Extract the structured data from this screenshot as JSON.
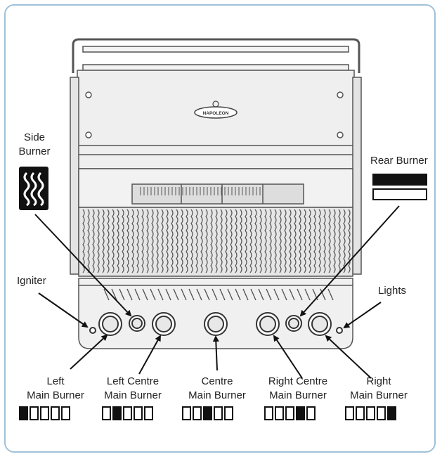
{
  "labels": {
    "side_burner": [
      "Side",
      "Burner"
    ],
    "rear_burner": "Rear Burner",
    "igniter": "Igniter",
    "lights": "Lights",
    "left_main": [
      "Left",
      "Main Burner"
    ],
    "left_centre": [
      "Left Centre",
      "Main Burner"
    ],
    "centre": [
      "Centre",
      "Main Burner"
    ],
    "right_centre": [
      "Right Centre",
      "Main Burner"
    ],
    "right_main": [
      "Right",
      "Main Burner"
    ]
  },
  "brand_logo": "NAPOLEON",
  "indicators": {
    "left_main": [
      1,
      0,
      0,
      0,
      0
    ],
    "left_centre": [
      0,
      1,
      0,
      0,
      0
    ],
    "centre": [
      0,
      0,
      1,
      0,
      0
    ],
    "right_centre": [
      0,
      0,
      0,
      1,
      0
    ],
    "right_main": [
      0,
      0,
      0,
      0,
      1
    ],
    "rear": [
      1,
      0
    ]
  },
  "colors": {
    "frame": "#9fc1d9",
    "line": "#111111",
    "grill_fill": "#ececec",
    "grill_stroke": "#555555"
  }
}
